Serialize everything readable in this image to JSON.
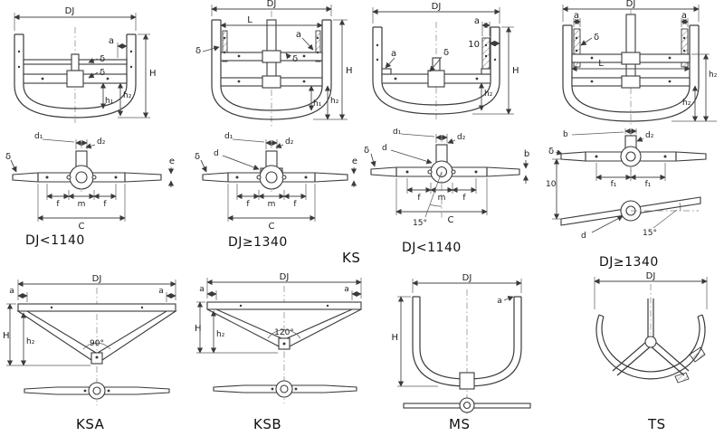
{
  "drawing": {
    "background": "#ffffff",
    "line_color": "#3a3a3a"
  },
  "dims": {
    "dj": "DJ",
    "l": "L",
    "a": "a",
    "delta": "δ",
    "h": "H",
    "h2": "h₂",
    "h1": "h₁",
    "d1": "d₁",
    "d2": "d₂",
    "d": "d",
    "e": "e",
    "f": "f",
    "m": "m",
    "c": "C",
    "b": "b",
    "f1": "f₁",
    "ten": "10",
    "ang90": "90°",
    "ang120": "120°",
    "ang15": "15°"
  },
  "captions": {
    "ks": "KS",
    "ksa": "KSA",
    "ksb": "KSB",
    "ms": "MS",
    "ts": "TS",
    "range_small_1": "DJ<1140",
    "range_large_1": "DJ≥1340",
    "range_small_2": "DJ<1140",
    "range_large_2": "DJ≥1340"
  }
}
